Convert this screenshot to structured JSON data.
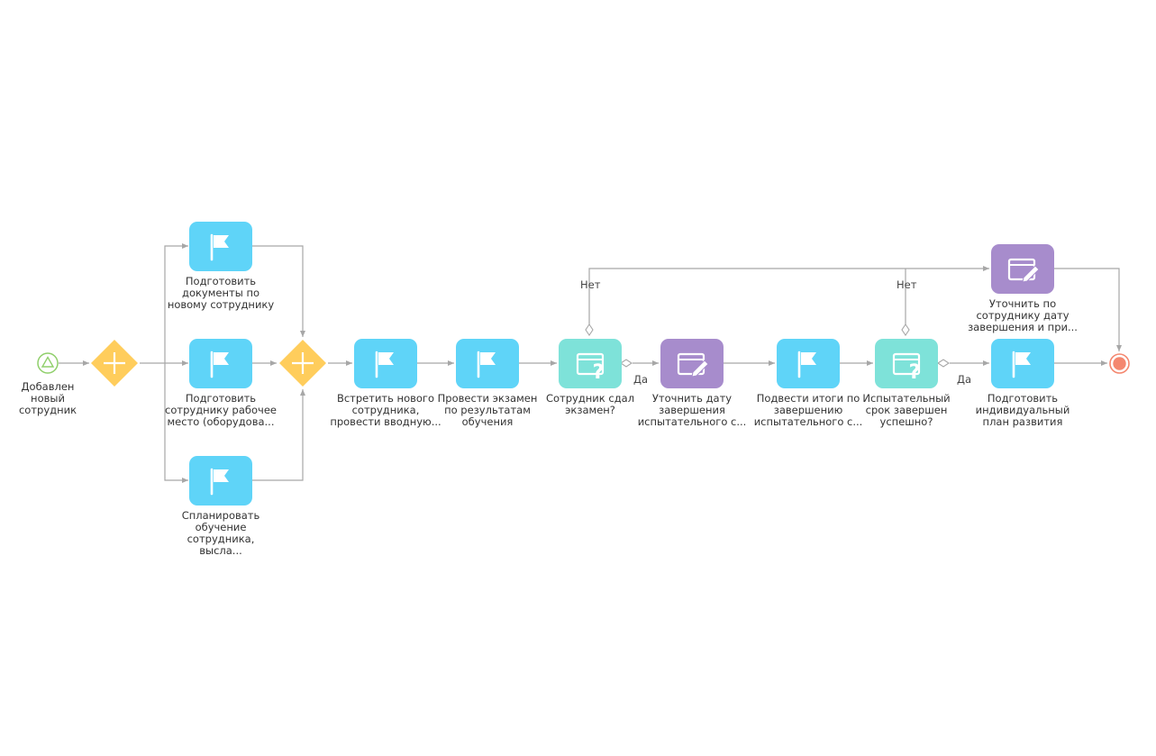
{
  "colors": {
    "user_task": "#5fd4f8",
    "ask_task": "#7ee2d9",
    "edit_task": "#a78ccc",
    "gateway": "#ffcd5c",
    "start": "#8fcf6a",
    "end": "#f4876f",
    "connector": "#a7a7a7"
  },
  "diagram": {
    "start_event": {
      "label": "Добавлен\nновый\nсотрудник"
    },
    "tasks": [
      {
        "id": "t1",
        "icon": "flag-icon",
        "label": "Подготовить\nдокументы по\nновому сотруднику"
      },
      {
        "id": "t2",
        "icon": "flag-icon",
        "label": "Подготовить\nсотруднику рабочее\nместо (оборудова..."
      },
      {
        "id": "t3",
        "icon": "flag-icon",
        "label": "Спланировать\nобучение\nсотрудника, высла..."
      },
      {
        "id": "t4",
        "icon": "flag-icon",
        "label": "Встретить нового\nсотрудника,\nпровести вводную..."
      },
      {
        "id": "t5",
        "icon": "flag-icon",
        "label": "Провести экзамен\nпо результатам\nобучения"
      },
      {
        "id": "t6",
        "icon": "question-window-icon",
        "label": "Сотрудник сдал\nэкзамен?"
      },
      {
        "id": "t7",
        "icon": "edit-window-icon",
        "label": "Уточнить дату\nзавершения\nиспытательного с..."
      },
      {
        "id": "t8",
        "icon": "flag-icon",
        "label": "Подвести итоги по\nзавершению\nиспытательного с..."
      },
      {
        "id": "t9",
        "icon": "question-window-icon",
        "label": "Испытательный\nсрок завершен\nуспешно?"
      },
      {
        "id": "t10",
        "icon": "flag-icon",
        "label": "Подготовить\nиндивидуальный\nплан развития"
      },
      {
        "id": "t11",
        "icon": "edit-window-icon",
        "label": "Уточнить по\nсотруднику дату\nзавершения и при..."
      }
    ],
    "flow_labels": {
      "no_1": "Нет",
      "no_2": "Нет",
      "yes_1": "Да",
      "yes_2": "Да"
    }
  }
}
